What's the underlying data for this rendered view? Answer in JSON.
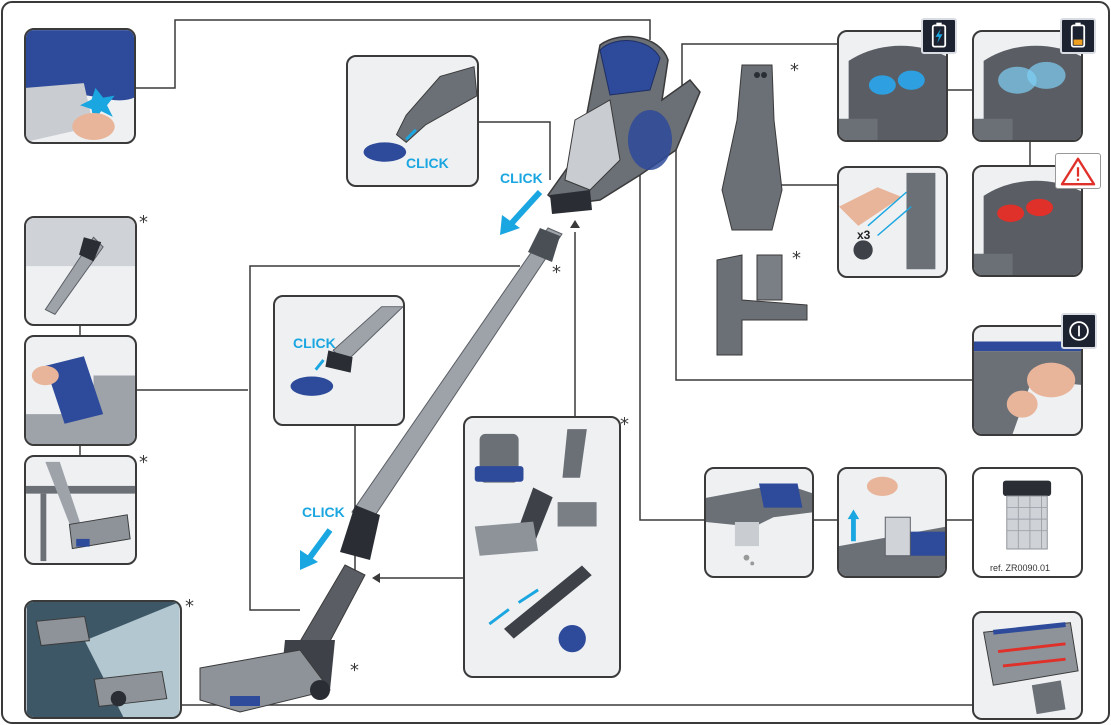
{
  "labels": {
    "click_1": "CLICK",
    "click_2": "CLICK",
    "click_3": "CLICK",
    "click_4": "CLICK",
    "star": "*",
    "multiplier": "x3",
    "filter_ref": "ref. ZR0090.01"
  },
  "icons": {
    "battery_full": "battery-charging-icon",
    "battery_low": "battery-low-icon",
    "warning": "warning-triangle-icon",
    "power": "power-button-icon"
  },
  "colors": {
    "accent_blue": "#1aa6e0",
    "product_blue": "#2e4a9a",
    "warning_red": "#e0302a",
    "battery_low_orange": "#f0a020",
    "outline": "#3a3a3a"
  }
}
